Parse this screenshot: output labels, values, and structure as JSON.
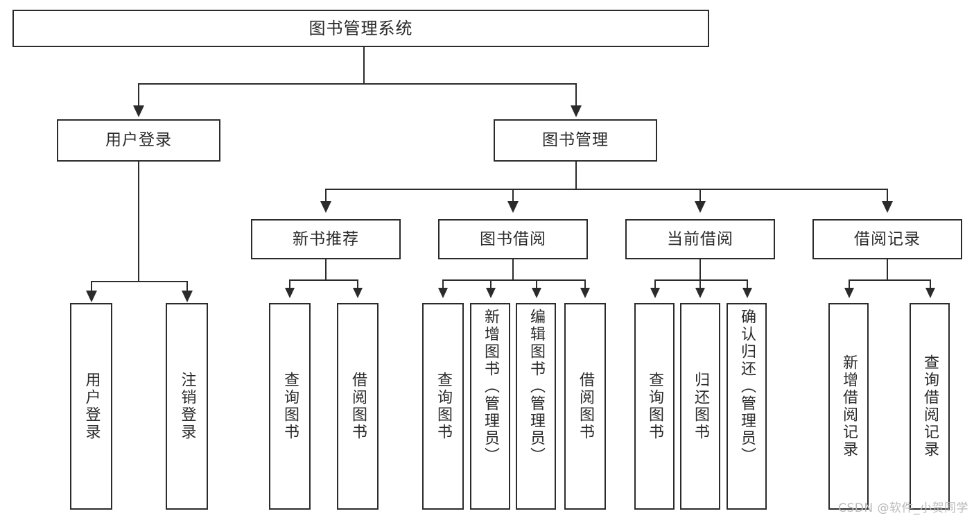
{
  "diagram": {
    "type": "tree-hierarchy-chart",
    "title": "图书管理系统",
    "root": {
      "label": "图书管理系统"
    },
    "level1": [
      {
        "label": "用户登录"
      },
      {
        "label": "图书管理"
      }
    ],
    "level2": [
      {
        "label": "新书推荐"
      },
      {
        "label": "图书借阅"
      },
      {
        "label": "当前借阅"
      },
      {
        "label": "借阅记录"
      }
    ],
    "leaves": {
      "user_login": [
        {
          "label": "用户登录"
        },
        {
          "label": "注销登录"
        }
      ],
      "new_book_recommend": [
        {
          "label": "查询图书"
        },
        {
          "label": "借阅图书"
        }
      ],
      "book_borrow": [
        {
          "label": "查询图书"
        },
        {
          "label": "新增图书（管理员）"
        },
        {
          "label": "编辑图书（管理员）"
        },
        {
          "label": "借阅图书"
        }
      ],
      "current_borrow": [
        {
          "label": "查询图书"
        },
        {
          "label": "归还图书"
        },
        {
          "label": "确认归还（管理员）"
        }
      ],
      "borrow_record": [
        {
          "label": "新增借阅记录"
        },
        {
          "label": "查询借阅记录"
        }
      ]
    }
  },
  "watermark": {
    "text": "CSDN @软件_小贺同学"
  },
  "colors": {
    "background": "#ffffff",
    "box_fill": "#ffffff",
    "box_stroke": "#2b2b2b",
    "text": "#2a2a2a",
    "connector": "#2b2b2b",
    "watermark": "#b9b9b9"
  }
}
